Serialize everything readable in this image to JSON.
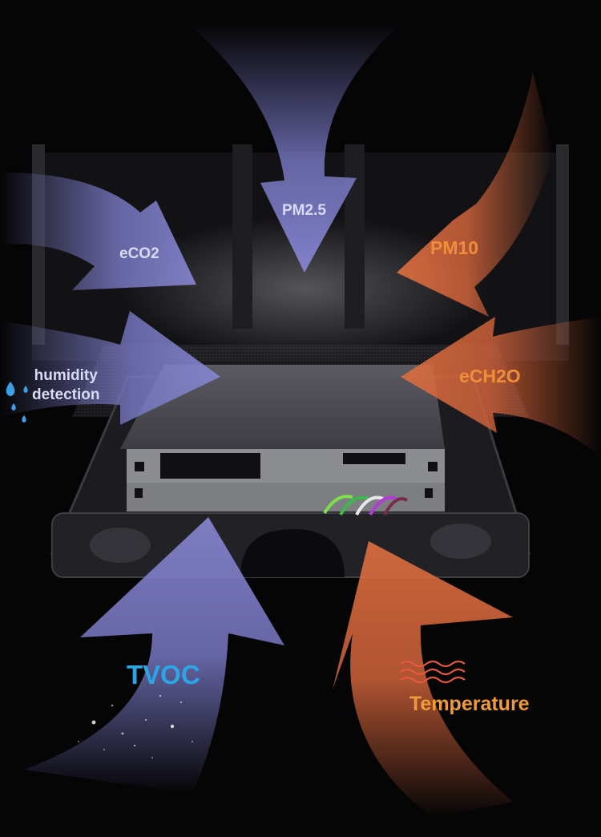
{
  "labels": {
    "pm25": "PM2.5",
    "eco2": "eCO2",
    "pm10": "PM10",
    "ech2o": "eCH2O",
    "humidity_line1": "humidity",
    "humidity_line2": "detection",
    "tvoc": "TVOC",
    "temperature": "Temperature"
  },
  "colors": {
    "purple_label": "#d9daf6",
    "orange_label": "#f08c3a",
    "tvoc_label": "#2aa6e6",
    "temperature_label": "#f09a3a",
    "purple_arrow": "#7a79c6",
    "orange_arrow": "#d3643b",
    "water_drop": "#3aa0e8",
    "background": "#050506"
  },
  "icons": [
    "water-drop-icon",
    "heat-wave-icon"
  ]
}
